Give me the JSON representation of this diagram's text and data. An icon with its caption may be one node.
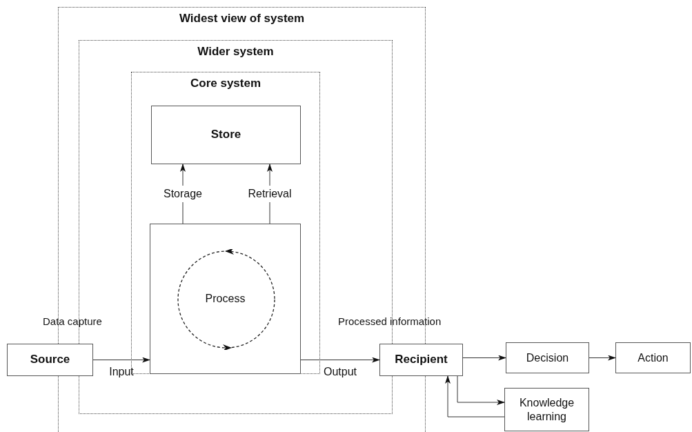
{
  "diagram": {
    "nodes": [
      {
        "text": [
          "Widest view of system"
        ]
      },
      {
        "text": [
          "Wider system"
        ],
        "in": 0
      },
      {
        "text": [
          "Core system"
        ],
        "in": 1
      },
      {
        "text": [
          "Store"
        ],
        "in": 2
      },
      {
        "text": [
          "Process"
        ],
        "in": 2
      },
      {
        "text": [
          "Source"
        ]
      },
      {
        "text": [
          "Recipient"
        ]
      },
      {
        "text": [
          "Decision"
        ]
      },
      {
        "text": [
          "Action"
        ]
      },
      {
        "text": [
          "Knowledge learning"
        ]
      }
    ],
    "edges": [
      {
        "from": 4,
        "to": 3,
        "arrow": "to",
        "label": "Storage"
      },
      {
        "from": 4,
        "to": 3,
        "arrow": "to",
        "label": "Retrieval"
      },
      {
        "from": 5,
        "to": 4,
        "arrow": "to",
        "label": "Input"
      },
      {
        "from": 4,
        "to": 6,
        "arrow": "to",
        "label": "Output"
      },
      {
        "from": 6,
        "to": 7,
        "arrow": "to"
      },
      {
        "from": 7,
        "to": 8,
        "arrow": "to"
      },
      {
        "from": 6,
        "to": 9,
        "arrow": "to"
      },
      {
        "from": 9,
        "to": 6,
        "arrow": "to"
      }
    ],
    "labels": [
      "Data capture",
      "Processed information"
    ]
  }
}
